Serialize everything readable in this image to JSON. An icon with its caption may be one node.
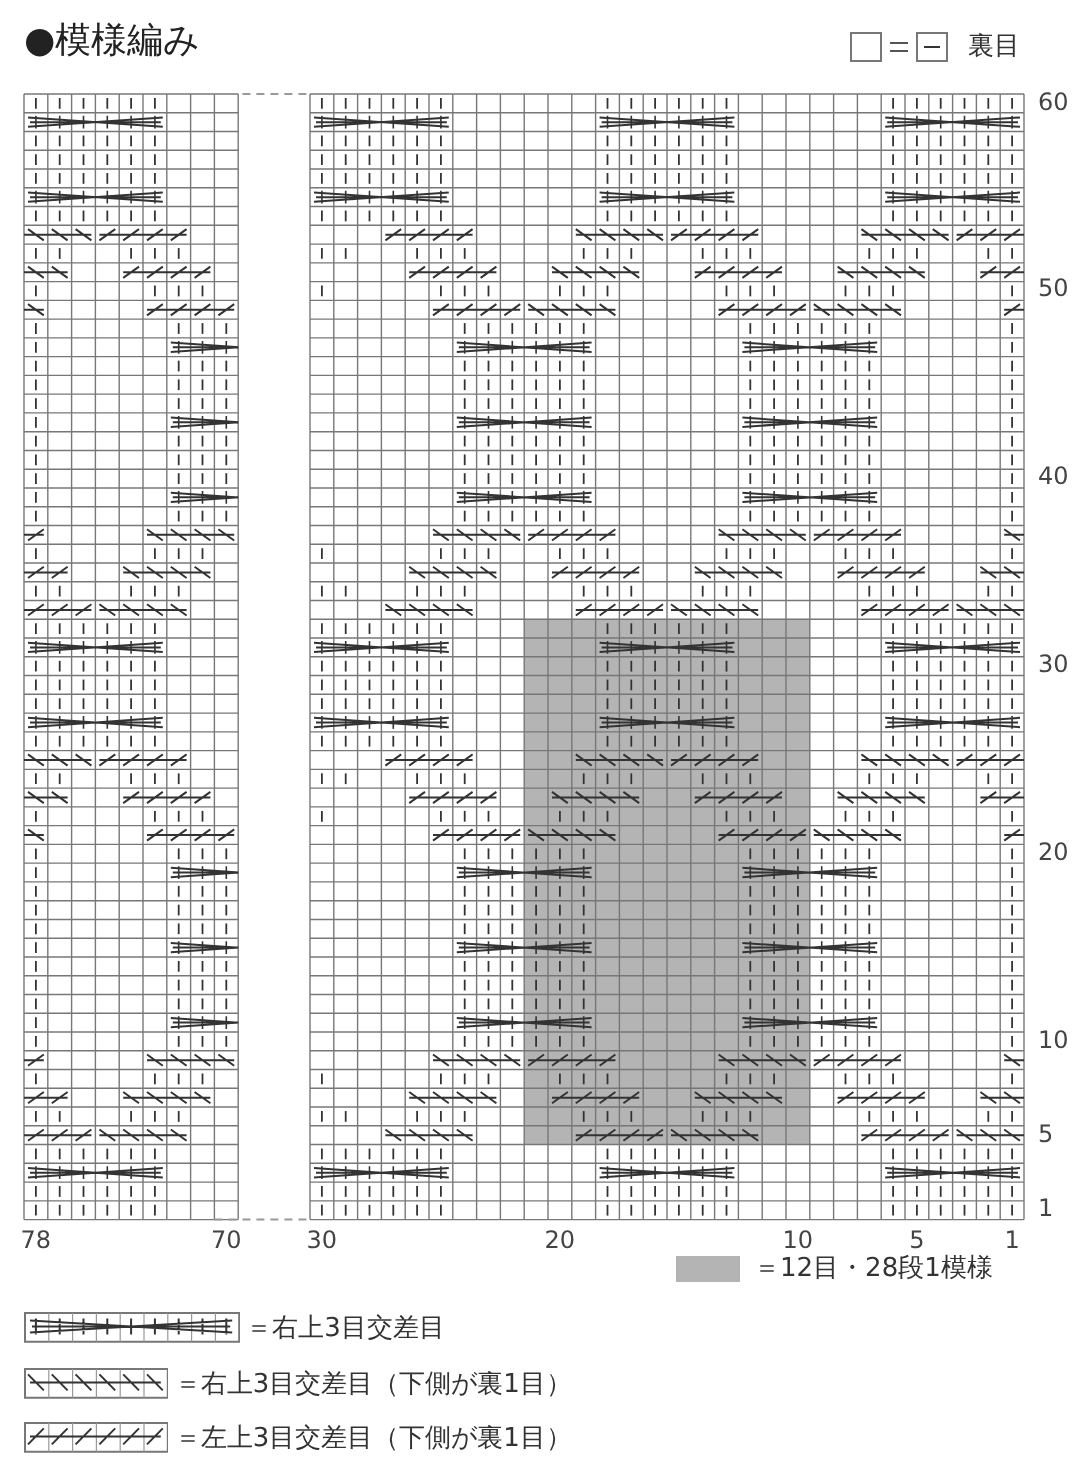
{
  "diagram": {
    "title": "●模様編み",
    "labels": [
      "60",
      "50",
      "40",
      "30",
      "20",
      "10",
      "5",
      "1",
      "78",
      "70",
      "30",
      "20",
      "10",
      "5",
      "1"
    ],
    "legend": [
      {
        "text": "裏目"
      },
      {
        "text": "＝12目・28段1模様",
        "color": "#b4b4b4"
      },
      {
        "text": "＝右上3目交差目"
      },
      {
        "text": "＝右上3目交差目（下側が裏1目）"
      },
      {
        "text": "＝左上3目交差目（下側が裏1目）"
      }
    ]
  }
}
